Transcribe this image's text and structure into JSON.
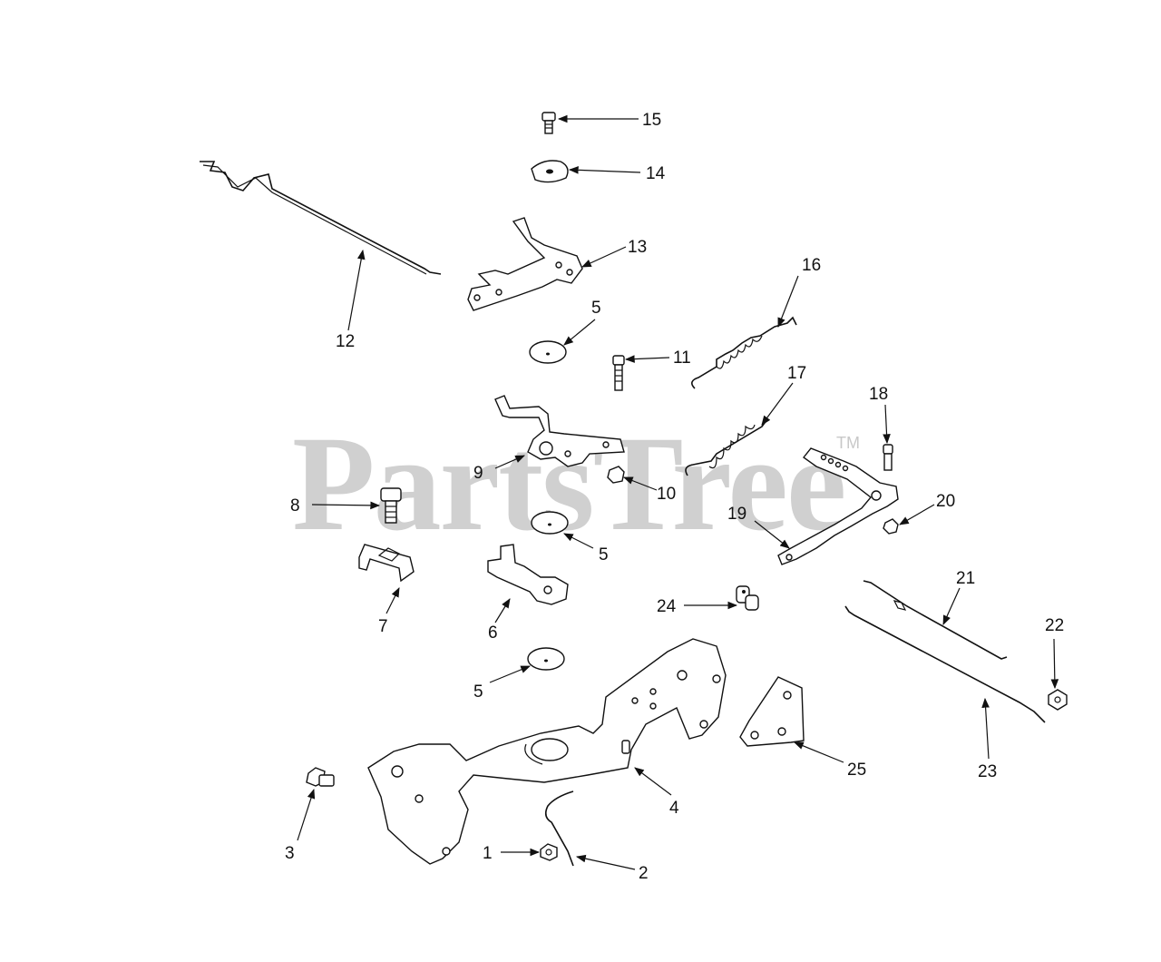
{
  "watermark": {
    "text": "PartsTree",
    "trademark": "TM"
  },
  "callouts": [
    {
      "label": "1"
    },
    {
      "label": "2"
    },
    {
      "label": "3"
    },
    {
      "label": "4"
    },
    {
      "label": "5"
    },
    {
      "label": "5"
    },
    {
      "label": "5"
    },
    {
      "label": "6"
    },
    {
      "label": "7"
    },
    {
      "label": "8"
    },
    {
      "label": "9"
    },
    {
      "label": "10"
    },
    {
      "label": "11"
    },
    {
      "label": "12"
    },
    {
      "label": "13"
    },
    {
      "label": "14"
    },
    {
      "label": "15"
    },
    {
      "label": "16"
    },
    {
      "label": "17"
    },
    {
      "label": "18"
    },
    {
      "label": "19"
    },
    {
      "label": "20"
    },
    {
      "label": "21"
    },
    {
      "label": "22"
    },
    {
      "label": "23"
    },
    {
      "label": "24"
    },
    {
      "label": "25"
    }
  ]
}
